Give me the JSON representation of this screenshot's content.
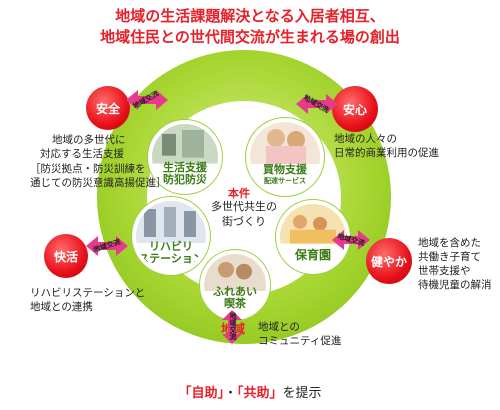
{
  "header": {
    "line1": "地域の生活課題解決となる入居者相互、",
    "line2": "地域住民との世代間交流が生まれる場の創出"
  },
  "center": {
    "title": "本件",
    "line1": "多世代共生の",
    "line2": "街づくり"
  },
  "nodes": {
    "seikatsu": {
      "label1": "生活支援",
      "label2": "防犯防災"
    },
    "kaimono": {
      "label1": "買物支援",
      "sub": "配達サービス"
    },
    "rehab": {
      "label1": "リハビリ",
      "label2": "ステーション"
    },
    "hoikuen": {
      "label1": "保育園"
    },
    "fureai": {
      "label1": "ふれあい",
      "label2": "喫茶"
    }
  },
  "outer": {
    "anzen": "安全",
    "anshin": "安心",
    "kaiteki": "快活",
    "sukoyaka": "健やか",
    "chiiki": "地域"
  },
  "arrows": {
    "a1": "地域交流",
    "a2": "地域交流",
    "a3": "地域交流",
    "a4": "地域交流",
    "a5": "地域交流"
  },
  "notes": {
    "left_top1": "地域の多世代に",
    "left_top2": "対応する生活支援",
    "left_top3": "［防災拠点・防災訓練を",
    "left_top4": "通じての防災意識高揚促進］",
    "right_top1": "地域の人々の",
    "right_top2": "日常的商業利用の促進",
    "left_bot1": "リハビリステーションと",
    "left_bot2": "地域との連携",
    "right_bot1": "地域を含めた",
    "right_bot2": "共働き子育て",
    "right_bot3": "世帯支援や",
    "right_bot4": "待機児童の解消",
    "bottom1": "地域との",
    "bottom2": "コミュニティ促進"
  },
  "caption": {
    "part1": "「自助」",
    "sep": "・",
    "part2": "「共助」",
    "part3": "を提示"
  },
  "colors": {
    "accent": "#e8202a",
    "ring": "#a8d632",
    "node_text": "#3a7b14"
  }
}
